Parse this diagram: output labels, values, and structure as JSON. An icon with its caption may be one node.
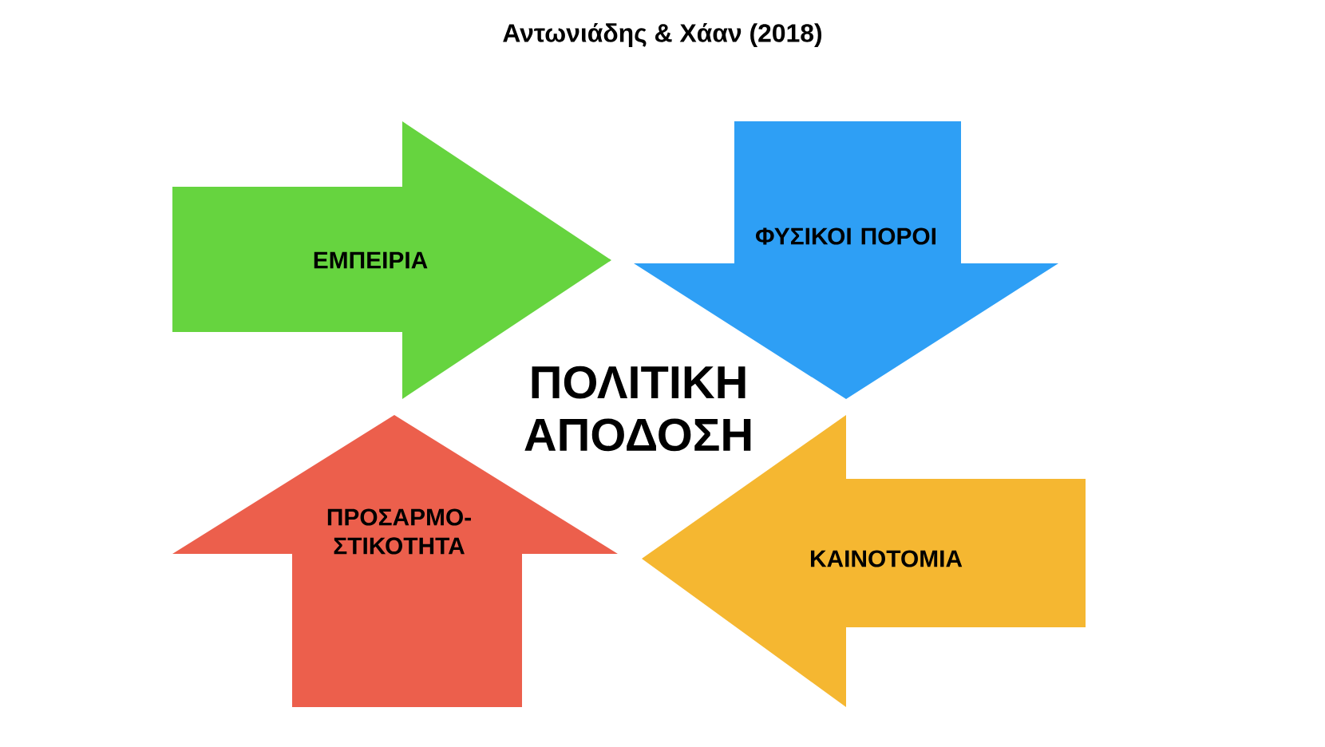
{
  "diagram": {
    "title": "Αντωνιάδης & Χάαν (2018)",
    "nodes": [
      {
        "text": [
          "ΕΜΠΕΙΡΙΑ"
        ]
      },
      {
        "text": [
          "ΦΥΣΙΚΟΙ ΠΟΡΟΙ"
        ]
      },
      {
        "text": [
          "ΠΡΟΣΑΡΜΟ- ΣΤΙΚΟΤΗΤΑ"
        ]
      },
      {
        "text": [
          "ΚΑΙΝΟΤΟΜΙΑ"
        ]
      }
    ],
    "labels": [
      "ΠΟΛΙΤΙΚΗ ΑΠΟΔΟΣΗ"
    ]
  }
}
